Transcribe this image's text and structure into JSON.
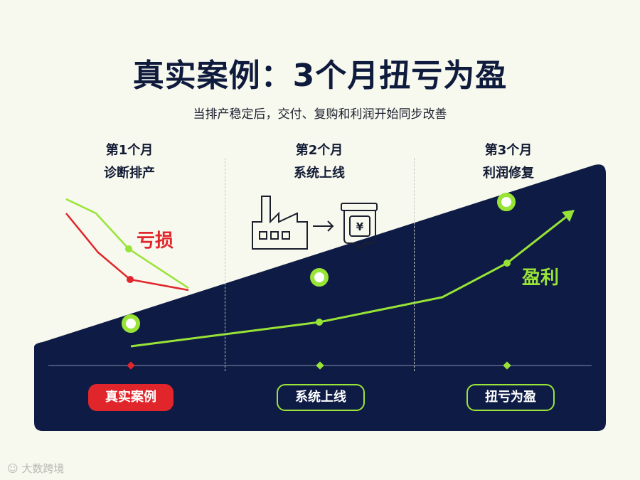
{
  "title": "真实案例：3个月扭亏为盈",
  "subtitle": "当排产稳定后，交付、复购和利润开始同步改善",
  "phases": [
    {
      "step": "第1个月",
      "name": "诊断排产",
      "pill": "真实案例"
    },
    {
      "step": "第2个月",
      "name": "系统上线",
      "pill": "系统上线"
    },
    {
      "step": "第3个月",
      "name": "利润修复",
      "pill": "扭亏为盈"
    }
  ],
  "labels": {
    "loss": "亏损",
    "profit": "盈利"
  },
  "icons": {
    "factory": "factory-icon",
    "arrow": "arrow-right-icon",
    "money": "yuan-wallet-icon",
    "yuan_symbol": "¥"
  },
  "colors": {
    "navy": "#0e1b45",
    "green": "#98e436",
    "red": "#e0262b",
    "background": "#f7f8ee"
  },
  "watermark": "大数跨境"
}
